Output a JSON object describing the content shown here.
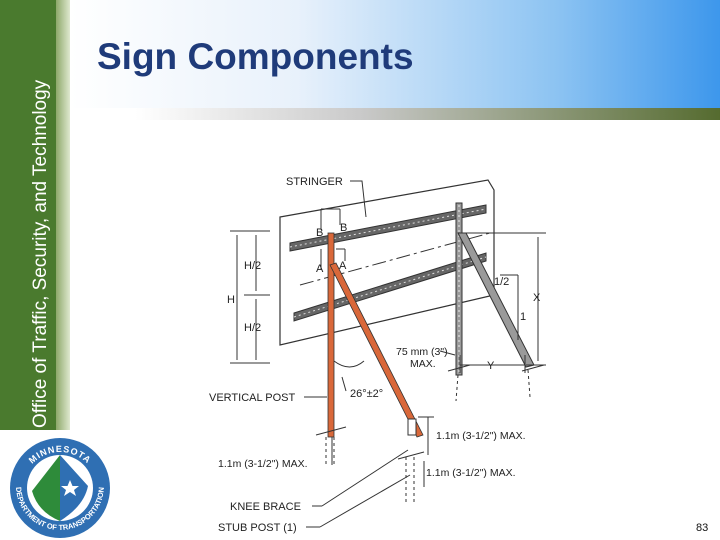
{
  "sidebar": {
    "text": "Office of Traffic, Security, and Technology"
  },
  "header": {
    "title": "Sign Components"
  },
  "logo": {
    "top_text": "MINNESOTA",
    "left_text": "DEPARTMENT OF TRANSPORTATION",
    "icon": "mndot-seal-icon"
  },
  "diagram": {
    "stringer": "STRINGER",
    "b1": "B",
    "b2": "B",
    "a1": "A",
    "a2": "A",
    "h_half_top": "H/2",
    "h": "H",
    "h_half_bottom": "H/2",
    "half": "1/2",
    "one": "1",
    "x": "X",
    "y": "Y",
    "mm75_line1": "75 mm (3\")",
    "mm75_line2": "MAX.",
    "vertical_post": "VERTICAL POST",
    "angle": "26°±2°",
    "max_right_1": "1.1m (3-1/2\") MAX.",
    "max_left": "1.1m (3-1/2\") MAX.",
    "max_right_2": "1.1m (3-1/2\") MAX.",
    "knee_brace": "KNEE BRACE",
    "stub_post": "STUB POST (1)"
  },
  "footer": {
    "page_number": "83"
  }
}
